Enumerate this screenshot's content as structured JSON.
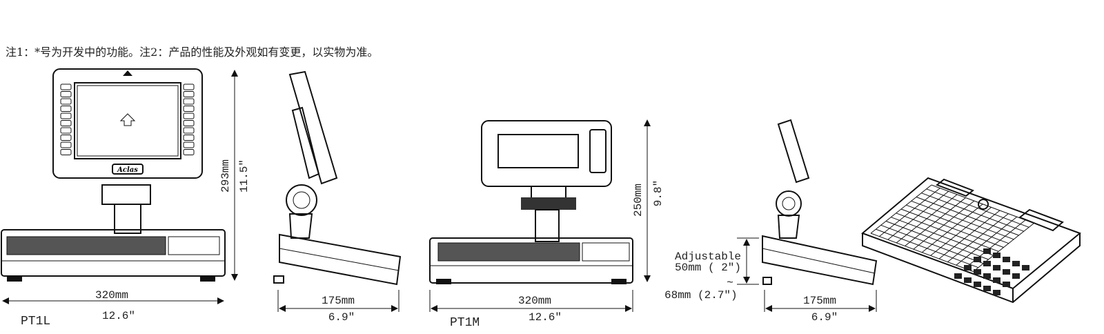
{
  "note": "注1：*号为开发中的功能。注2：产品的性能及外观如有变更，以实物为准。",
  "logo_text": "Aclas",
  "models": [
    {
      "name": "PT1L",
      "width_mm": "320mm",
      "width_in": "12.6″",
      "height_mm": "293mm",
      "height_in": "11.5″",
      "depth_mm": "175mm",
      "depth_in": "6.9″"
    },
    {
      "name": "PT1M",
      "width_mm": "320mm",
      "width_in": "12.6″",
      "height_mm": "250mm",
      "height_in": "9.8″",
      "depth_mm": "175mm",
      "depth_in": "6.9″"
    }
  ],
  "adjustable": {
    "label": "Adjustable",
    "min": "50mm ( 2″)",
    "tilde": "~",
    "max": "68mm  (2.7″)"
  }
}
